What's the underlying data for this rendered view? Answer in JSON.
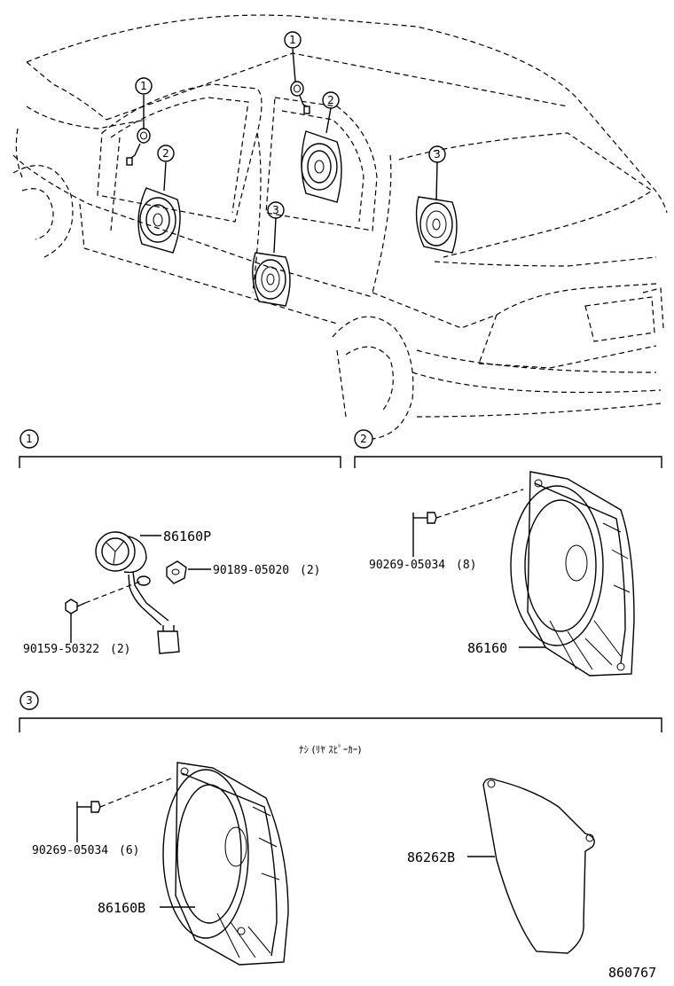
{
  "callouts": [
    "1",
    "2",
    "3"
  ],
  "section1": {
    "parts": [
      {
        "number": "86160P"
      },
      {
        "number": "90189-05020",
        "qty": "(2)"
      },
      {
        "number": "90159-50322",
        "qty": "(2)"
      }
    ]
  },
  "section2": {
    "parts": [
      {
        "number": "90269-05034",
        "qty": "(8)"
      },
      {
        "number": "86160"
      }
    ]
  },
  "section3": {
    "note": "ﾅｼ (ﾘﾔ ｽﾋﾟｰｶｰ)",
    "parts": [
      {
        "number": "90269-05034",
        "qty": "(6)"
      },
      {
        "number": "86160B"
      },
      {
        "number": "86262B"
      }
    ]
  },
  "diagram_id": "860767"
}
